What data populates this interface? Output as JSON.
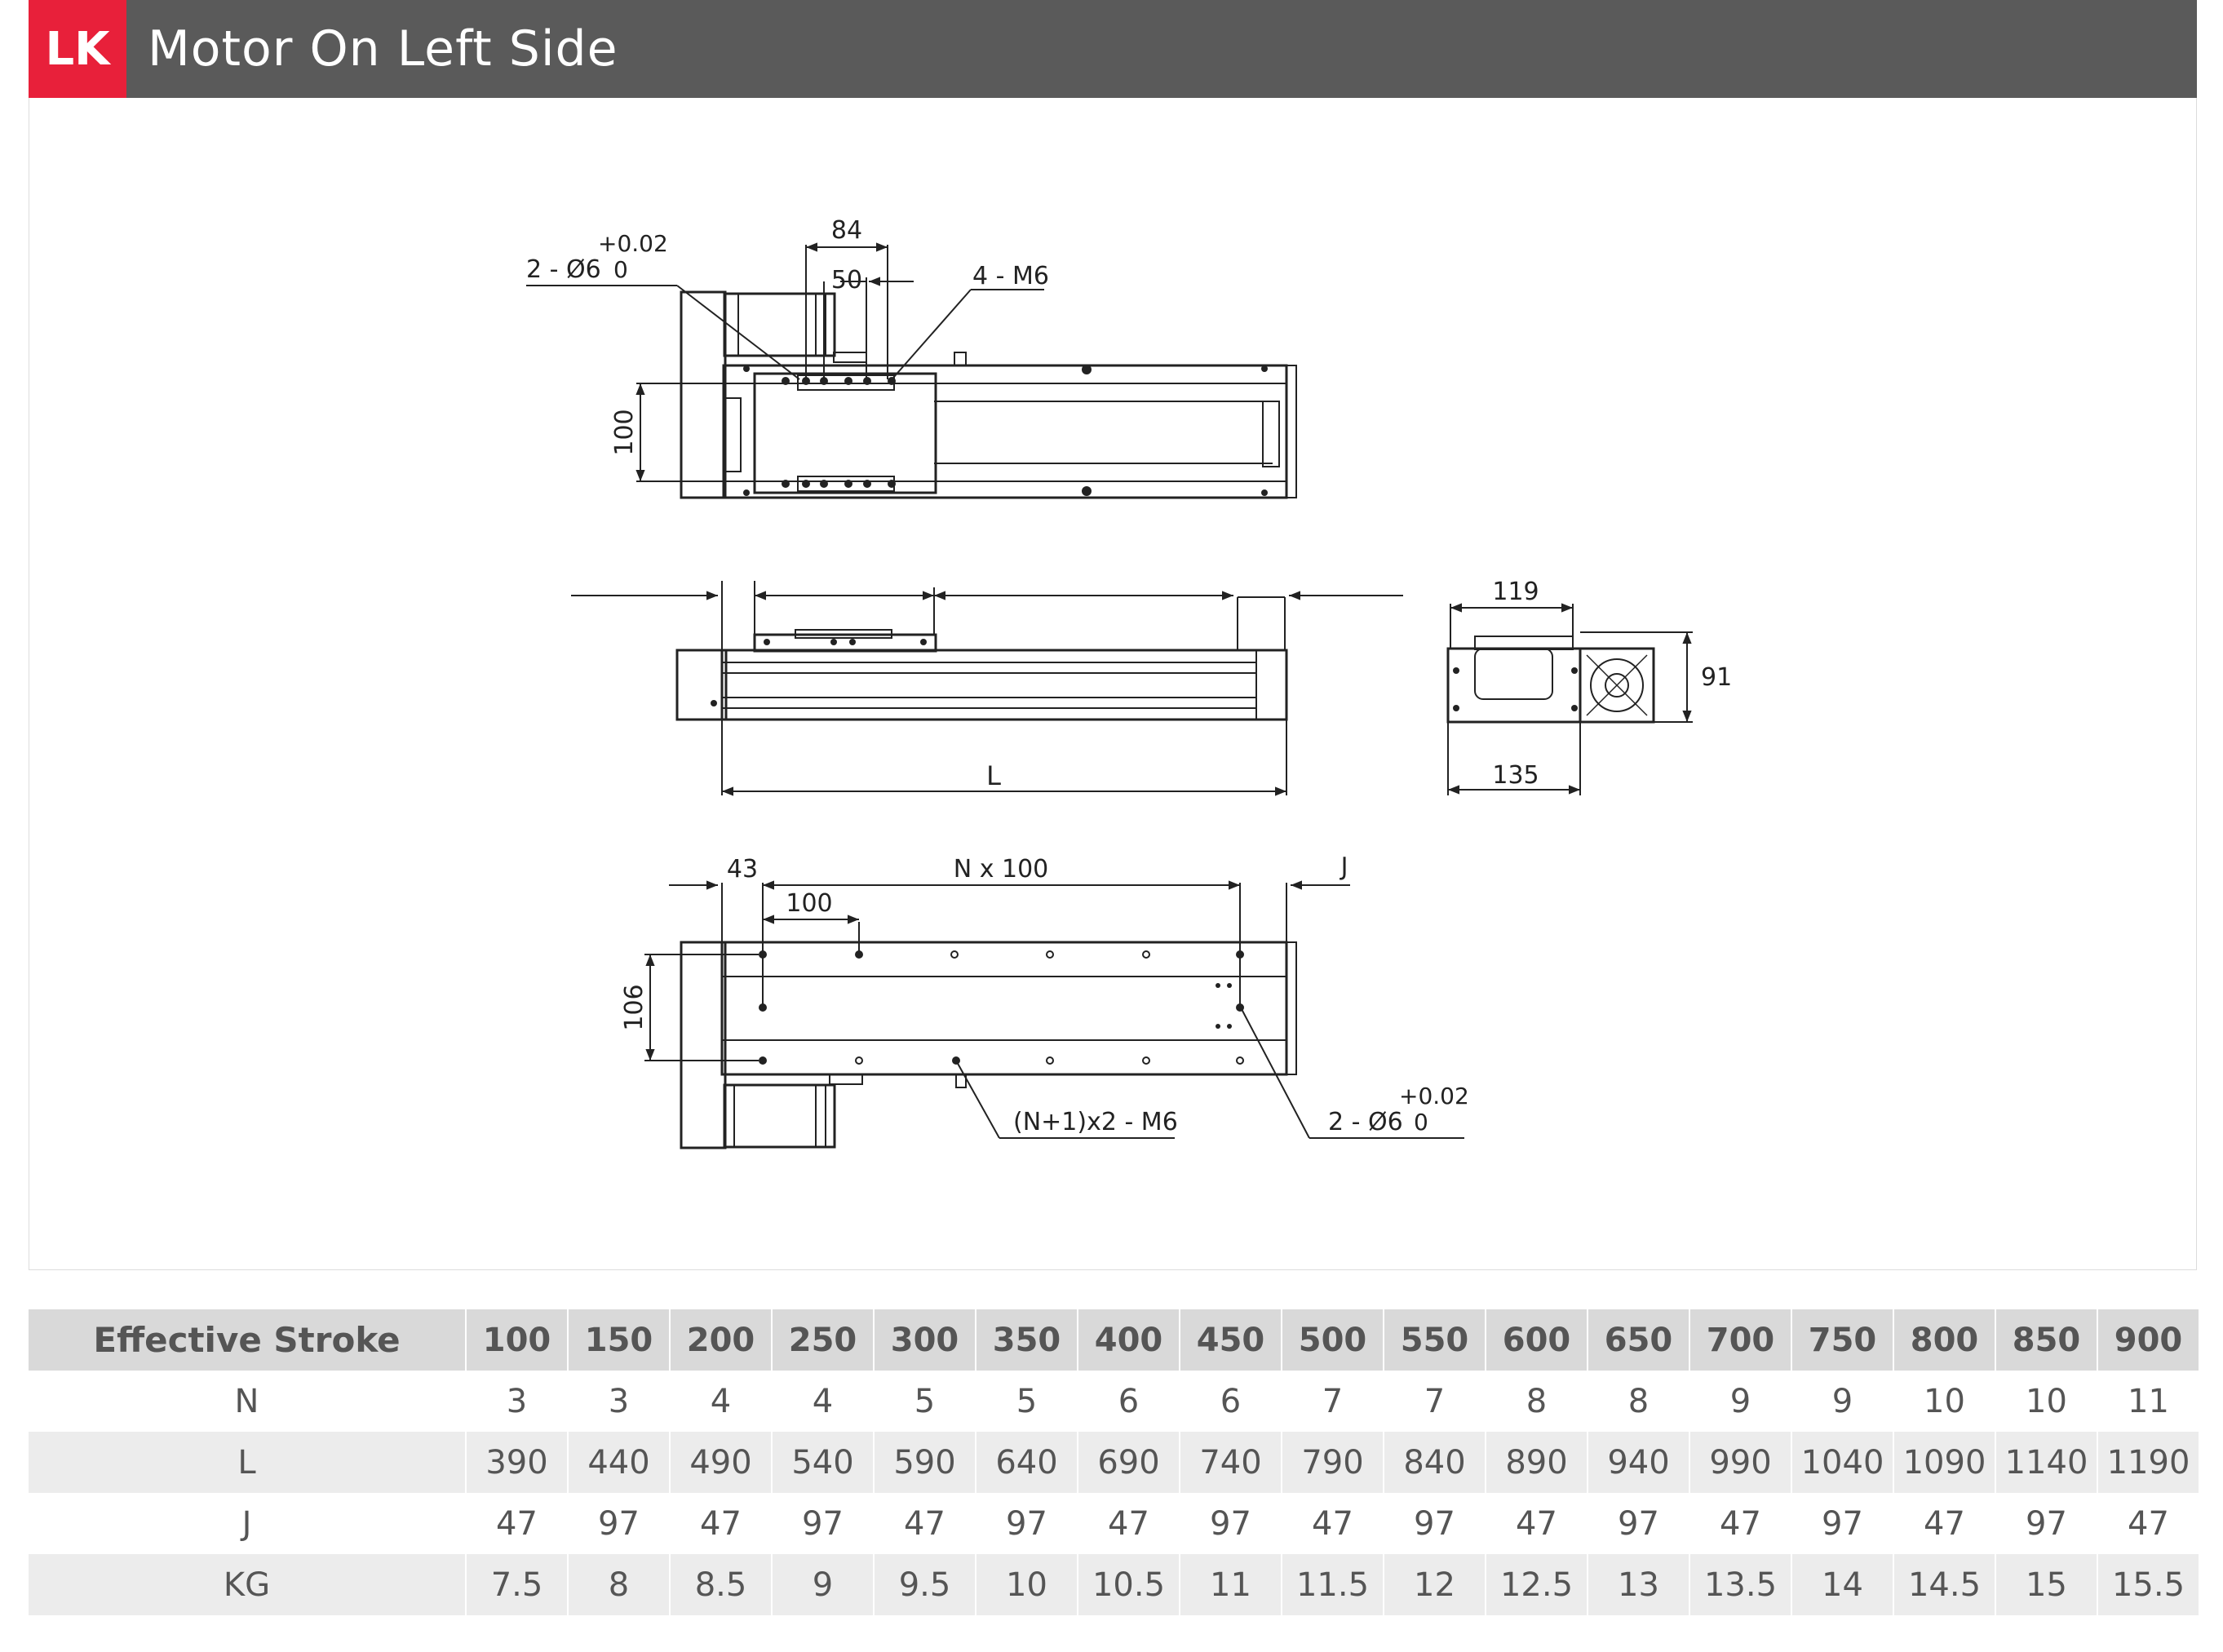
{
  "header": {
    "badge": "LK",
    "title": "Motor On Left Side"
  },
  "dimensions": {
    "top_view": {
      "d84": "84",
      "d50": "50",
      "d100": "100",
      "hole_label": "2 - Ø6",
      "tol_upper": "+0.02",
      "tol_lower": "0",
      "thread_label": "4 - M6"
    },
    "side_view": {
      "length": "L"
    },
    "end_view": {
      "width_top": "119",
      "height": "91",
      "width_bottom": "135"
    },
    "bottom_view": {
      "d43": "43",
      "pitch": "N x 100",
      "j": "J",
      "d100": "100",
      "d106": "106",
      "thread_label": "(N+1)x2 - M6",
      "hole_label": "2 - Ø6",
      "tol_upper": "+0.02",
      "tol_lower": "0"
    }
  },
  "table": {
    "header_label": "Effective Stroke",
    "strokes": [
      "100",
      "150",
      "200",
      "250",
      "300",
      "350",
      "400",
      "450",
      "500",
      "550",
      "600",
      "650",
      "700",
      "750",
      "800",
      "850",
      "900"
    ],
    "rows": [
      {
        "label": "N",
        "values": [
          "3",
          "3",
          "4",
          "4",
          "5",
          "5",
          "6",
          "6",
          "7",
          "7",
          "8",
          "8",
          "9",
          "9",
          "10",
          "10",
          "11"
        ]
      },
      {
        "label": "L",
        "values": [
          "390",
          "440",
          "490",
          "540",
          "590",
          "640",
          "690",
          "740",
          "790",
          "840",
          "890",
          "940",
          "990",
          "1040",
          "1090",
          "1140",
          "1190"
        ]
      },
      {
        "label": "J",
        "values": [
          "47",
          "97",
          "47",
          "97",
          "47",
          "97",
          "47",
          "97",
          "47",
          "97",
          "47",
          "97",
          "47",
          "97",
          "47",
          "97",
          "47"
        ]
      },
      {
        "label": "KG",
        "values": [
          "7.5",
          "8",
          "8.5",
          "9",
          "9.5",
          "10",
          "10.5",
          "11",
          "11.5",
          "12",
          "12.5",
          "13",
          "13.5",
          "14",
          "14.5",
          "15",
          "15.5"
        ]
      }
    ]
  }
}
